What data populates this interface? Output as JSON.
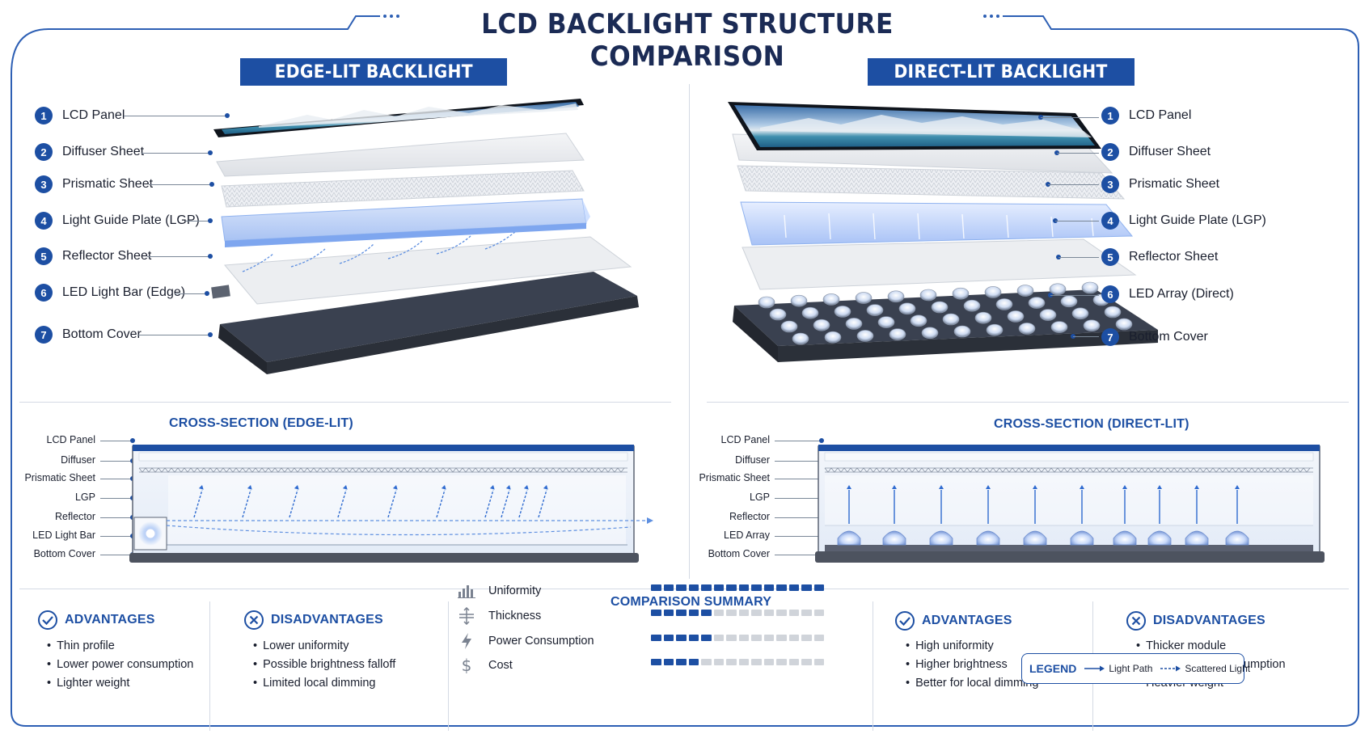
{
  "title": "LCD BACKLIGHT STRUCTURE COMPARISON",
  "edge": {
    "banner": "EDGE-LIT BACKLIGHT",
    "layers": [
      {
        "num": "1",
        "label": "LCD Panel"
      },
      {
        "num": "2",
        "label": "Diffuser Sheet"
      },
      {
        "num": "3",
        "label": "Prismatic Sheet"
      },
      {
        "num": "4",
        "label": "Light Guide Plate (LGP)"
      },
      {
        "num": "5",
        "label": "Reflector Sheet"
      },
      {
        "num": "6",
        "label": "LED Light Bar (Edge)"
      },
      {
        "num": "7",
        "label": "Bottom Cover"
      }
    ],
    "cross_section": {
      "title": "CROSS-SECTION (EDGE-LIT)",
      "labels": [
        "LCD Panel",
        "Diffuser",
        "Prismatic Sheet",
        "LGP",
        "Reflector",
        "LED Light Bar",
        "Bottom Cover"
      ]
    },
    "advantages": {
      "heading": "ADVANTAGES",
      "items": [
        "Thin profile",
        "Lower power consumption",
        "Lighter weight"
      ]
    },
    "disadvantages": {
      "heading": "DISADVANTAGES",
      "items": [
        "Lower uniformity",
        "Possible brightness falloff",
        "Limited local dimming"
      ]
    }
  },
  "direct": {
    "banner": "DIRECT-LIT BACKLIGHT",
    "layers": [
      {
        "num": "1",
        "label": "LCD Panel"
      },
      {
        "num": "2",
        "label": "Diffuser Sheet"
      },
      {
        "num": "3",
        "label": "Prismatic Sheet"
      },
      {
        "num": "4",
        "label": "Light Guide Plate (LGP)"
      },
      {
        "num": "5",
        "label": "Reflector Sheet"
      },
      {
        "num": "6",
        "label": "LED Array (Direct)"
      },
      {
        "num": "7",
        "label": "Bottom Cover"
      }
    ],
    "cross_section": {
      "title": "CROSS-SECTION (DIRECT-LIT)",
      "labels": [
        "LCD Panel",
        "Diffuser",
        "Prismatic Sheet",
        "LGP",
        "Reflector",
        "LED Array",
        "Bottom Cover"
      ]
    },
    "advantages": {
      "heading": "ADVANTAGES",
      "items": [
        "High uniformity",
        "Higher brightness",
        "Better for local dimming"
      ]
    },
    "disadvantages": {
      "heading": "DISADVANTAGES",
      "items": [
        "Thicker module",
        "Higher power consumption",
        "Heavier weight"
      ]
    }
  },
  "summary": {
    "title": "COMPARISON SUMMARY",
    "metrics": [
      {
        "label": "Uniformity",
        "icon": "bar-chart-icon",
        "level": 14,
        "max": 14
      },
      {
        "label": "Thickness",
        "icon": "thickness-icon",
        "level": 5,
        "max": 14
      },
      {
        "label": "Power Consumption",
        "icon": "lightning-icon",
        "level": 5,
        "max": 14
      },
      {
        "label": "Cost",
        "icon": "dollar-icon",
        "level": 4,
        "max": 14
      }
    ]
  },
  "legend": {
    "title": "LEGEND",
    "light_path": "Light Path",
    "scattered": "Scattered Light"
  },
  "colors": {
    "accent": "#1d4fa3",
    "title": "#1b2b55",
    "light": "#6fa0e6",
    "muted": "#d0d4da"
  }
}
